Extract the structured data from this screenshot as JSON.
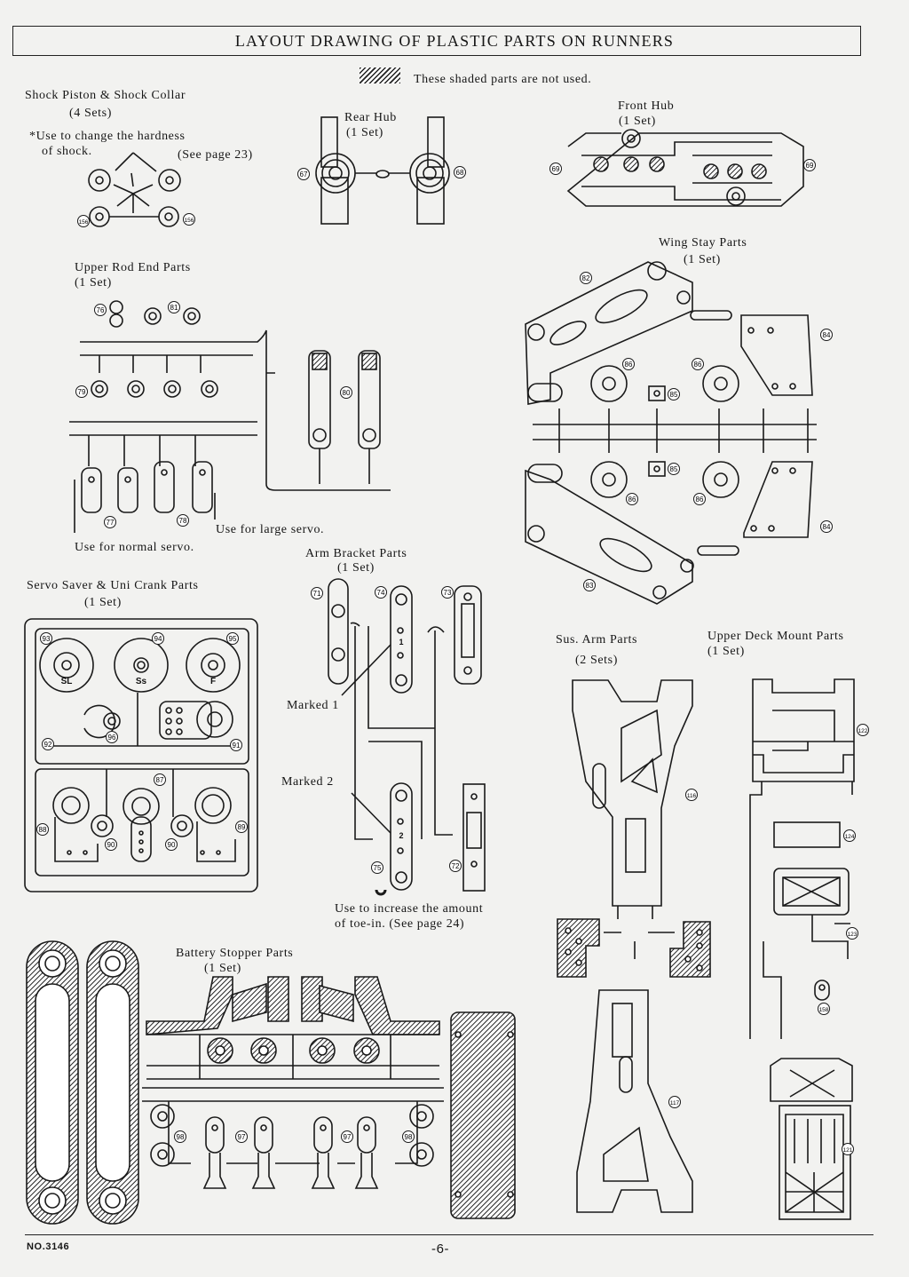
{
  "header": {
    "title": "LAYOUT DRAWING OF PLASTIC PARTS ON RUNNERS"
  },
  "legend": {
    "text": "These shaded parts are not used."
  },
  "sections": {
    "shock": {
      "title": "Shock Piston & Shock Collar",
      "qty": "(4 Sets)",
      "note1": "*Use to change the hardness",
      "note2": "of shock.",
      "ref": "(See page 23)",
      "parts": [
        "156",
        "156"
      ]
    },
    "rear_hub": {
      "title": "Rear Hub",
      "qty": "(1 Set)",
      "parts": [
        "67",
        "68"
      ]
    },
    "front_hub": {
      "title": "Front Hub",
      "qty": "(1 Set)",
      "parts": [
        "69",
        "69"
      ]
    },
    "upper_rod_end": {
      "title": "Upper Rod End Parts",
      "qty": "(1 Set)",
      "parts": [
        "76",
        "81",
        "79",
        "80",
        "77",
        "78"
      ],
      "note_large": "Use for large servo.",
      "note_normal": "Use for normal servo."
    },
    "wing_stay": {
      "title": "Wing Stay Parts",
      "qty": "(1 Set)",
      "parts": [
        "82",
        "84",
        "86",
        "86",
        "85",
        "85",
        "86",
        "86",
        "84",
        "83"
      ]
    },
    "arm_bracket": {
      "title": "Arm Bracket Parts",
      "qty": "(1 Set)",
      "parts": [
        "71",
        "74",
        "73",
        "75",
        "72"
      ],
      "marked1": "Marked 1",
      "marked2": "Marked 2",
      "mark_digit1": "1",
      "mark_digit2": "2",
      "note1": "Use to increase the amount",
      "note2": "of toe-in. (See page 24)"
    },
    "servo_saver": {
      "title": "Servo Saver & Uni Crank Parts",
      "qty": "(1 Set)",
      "parts": [
        "93",
        "94",
        "95",
        "92",
        "96",
        "91",
        "87",
        "88",
        "90",
        "90",
        "89"
      ],
      "marks": [
        "SL",
        "Ss",
        "F"
      ]
    },
    "sus_arm": {
      "title": "Sus. Arm Parts",
      "qty": "(2 Sets)",
      "parts": [
        "116",
        "117"
      ]
    },
    "upper_deck": {
      "title": "Upper Deck Mount Parts",
      "qty": "(1 Set)",
      "parts": [
        "122",
        "124",
        "123",
        "158",
        "121"
      ]
    },
    "battery_stopper": {
      "title": "Battery Stopper Parts",
      "qty": "(1 Set)",
      "parts": [
        "98",
        "97",
        "97",
        "98"
      ]
    }
  },
  "footer": {
    "code": "NO.3146",
    "page": "-6-"
  }
}
